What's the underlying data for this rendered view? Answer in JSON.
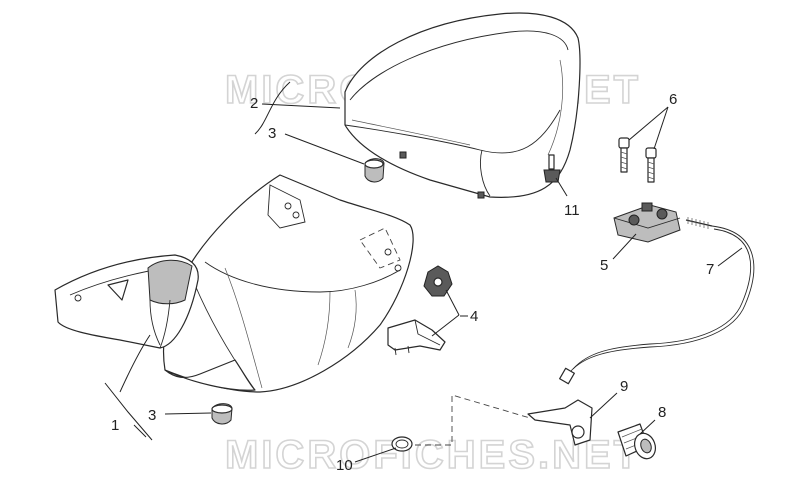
{
  "watermark": {
    "text": "MICROFICHES.NET"
  },
  "callouts": {
    "c1": "1",
    "c2": "2",
    "c3a": "3",
    "c3b": "3",
    "c4": "4",
    "c5": "5",
    "c6": "6",
    "c7": "7",
    "c8": "8",
    "c9": "9",
    "c10": "10",
    "c11": "11"
  }
}
